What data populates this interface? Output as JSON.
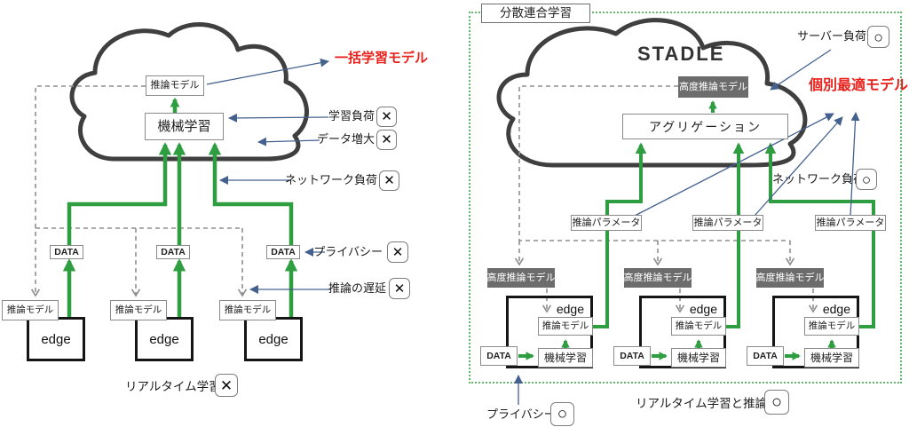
{
  "colors": {
    "green_line": "#2f9e41",
    "green_dotted_border": "#5db868",
    "gray_dashed": "#8f8f8f",
    "navy_arrow": "#44618e",
    "red_highlight": "#e8211c",
    "dark_box_bg": "#6c6c6c",
    "cloud_stroke": "#3f3f3f"
  },
  "left": {
    "cloud": {
      "inference_model": "推論モデル",
      "machine_learning": "機械学習"
    },
    "highlight": "一括学習モデル",
    "annotations": [
      {
        "text": "学習負荷",
        "mark": "✕"
      },
      {
        "text": "データ増大",
        "mark": "✕"
      },
      {
        "text": "ネットワーク負荷",
        "mark": "✕"
      },
      {
        "text": "プライバシー",
        "mark": "✕"
      },
      {
        "text": "推論の遅延",
        "mark": "✕"
      },
      {
        "text": "リアルタイム学習",
        "mark": "✕"
      }
    ],
    "edges": [
      {
        "label": "edge",
        "inference_model": "推論モデル",
        "data": "DATA"
      },
      {
        "label": "edge",
        "inference_model": "推論モデル",
        "data": "DATA"
      },
      {
        "label": "edge",
        "inference_model": "推論モデル",
        "data": "DATA"
      }
    ]
  },
  "right": {
    "title": "分散連合学習",
    "cloud": {
      "brand": "STADLE",
      "advanced_model": "高度推論モデル",
      "aggregation": "アグリゲーション"
    },
    "highlight": "個別最適モデル",
    "param_boxes": [
      "推論パラメータ",
      "推論パラメータ",
      "推論パラメータ"
    ],
    "annotations": [
      {
        "text": "サーバー負荷",
        "mark": "○"
      },
      {
        "text": "ネットワーク負荷",
        "mark": "○"
      },
      {
        "text": "プライバシー",
        "mark": "○"
      },
      {
        "text": "リアルタイム学習と推論",
        "mark": "○"
      }
    ],
    "edges": [
      {
        "label": "edge",
        "advanced_model": "高度推論モデル",
        "inference_model": "推論モデル",
        "machine_learning": "機械学習",
        "data": "DATA"
      },
      {
        "label": "edge",
        "advanced_model": "高度推論モデル",
        "inference_model": "推論モデル",
        "machine_learning": "機械学習",
        "data": "DATA"
      },
      {
        "label": "edge",
        "advanced_model": "高度推論モデル",
        "inference_model": "推論モデル",
        "machine_learning": "機械学習",
        "data": "DATA"
      }
    ]
  }
}
